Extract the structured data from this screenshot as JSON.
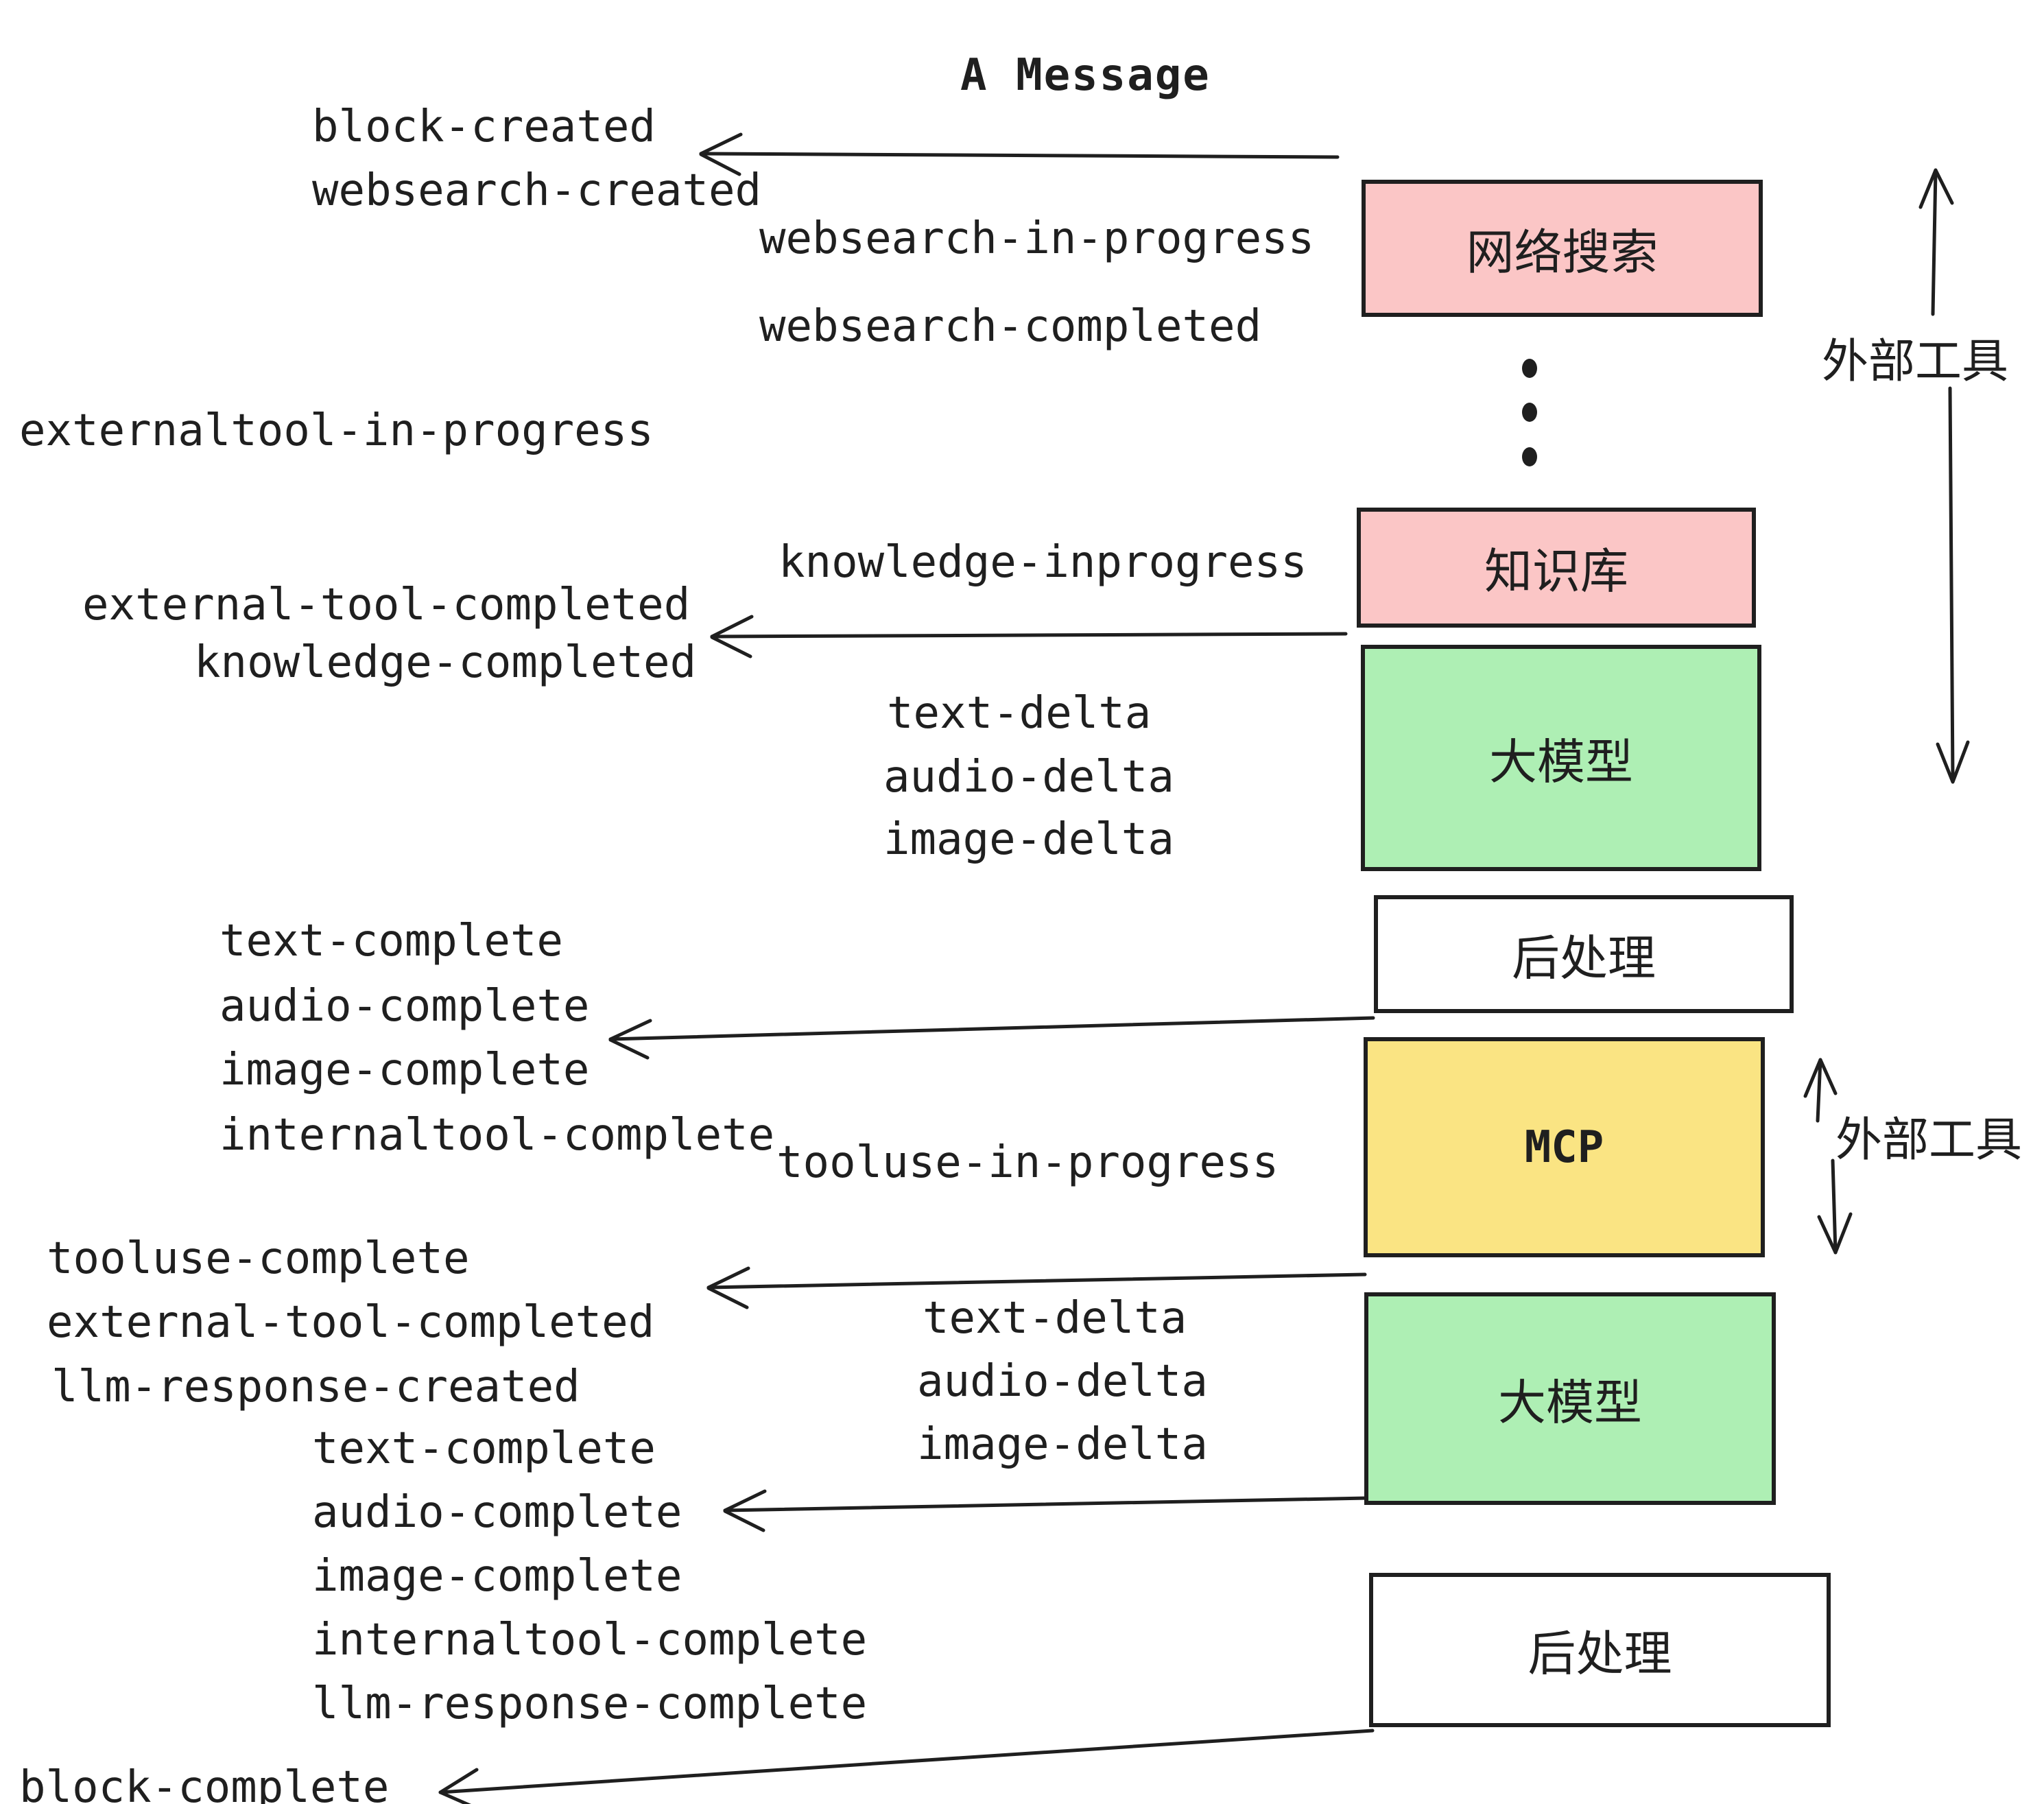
{
  "title": "A Message",
  "labels": [
    "block-created",
    "websearch-created",
    "websearch-in-progress",
    "websearch-completed",
    "externaltool-in-progress",
    "knowledge-inprogress",
    "external-tool-completed",
    "knowledge-completed",
    "text-delta",
    "audio-delta",
    "image-delta",
    "text-complete",
    "audio-complete",
    "image-complete",
    "internaltool-complete",
    "tooluse-in-progress",
    "tooluse-complete",
    "external-tool-completed",
    "llm-response-created",
    "text-delta",
    "audio-delta",
    "image-delta",
    "text-complete",
    "audio-complete",
    "image-complete",
    "internaltool-complete",
    "llm-response-complete",
    "block-complete"
  ],
  "boxes": [
    {
      "label": "网络搜索",
      "fill": "#fbc6c6"
    },
    {
      "label": "知识库",
      "fill": "#fbc6c6"
    },
    {
      "label": "大模型",
      "fill": "#aeefb4"
    },
    {
      "label": "后处理",
      "fill": "#ffffff"
    },
    {
      "label": "MCP",
      "fill": "#fae483"
    },
    {
      "label": "大模型",
      "fill": "#aeefb4"
    },
    {
      "label": "后处理",
      "fill": "#ffffff"
    }
  ],
  "annotations": [
    "外部工具",
    "外部工具"
  ],
  "colors": {
    "ink": "#1f1f1f",
    "pink": "#fbc6c6",
    "green": "#aeefb4",
    "yellow": "#fae483",
    "background": "#ffffff"
  }
}
